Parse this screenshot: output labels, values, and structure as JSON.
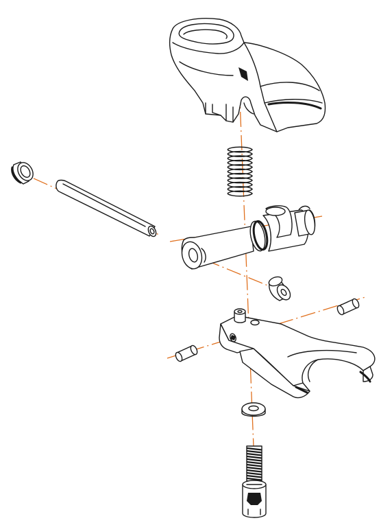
{
  "diagram": {
    "style": "exploded-assembly-line-drawing",
    "colors": {
      "background": "#ffffff",
      "line_art": "#1a1a1a",
      "assembly_axis": "#e0701e"
    },
    "parts": [
      {
        "id": "housing",
        "name": "top-housing"
      },
      {
        "id": "spring",
        "name": "compression-spring"
      },
      {
        "id": "bushing",
        "name": "bushing-sleeve"
      },
      {
        "id": "long-pin",
        "name": "long-pin"
      },
      {
        "id": "plunger",
        "name": "plunger-shaft"
      },
      {
        "id": "plug",
        "name": "small-plug"
      },
      {
        "id": "dowel-right",
        "name": "dowel-pin-right"
      },
      {
        "id": "dowel-left",
        "name": "dowel-pin-left"
      },
      {
        "id": "fork",
        "name": "fork-bracket"
      },
      {
        "id": "washer",
        "name": "washer"
      },
      {
        "id": "screw",
        "name": "socket-head-cap-screw"
      }
    ]
  }
}
